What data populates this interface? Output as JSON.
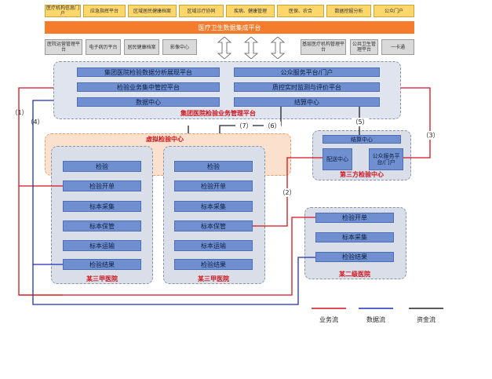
{
  "top_row": [
    "医疗机构信息门户",
    "应急指挥平台",
    "区域居民健康档案",
    "区域诊疗协同",
    "疾病、健康管理",
    "医保、农合",
    "数据挖掘分析",
    "公众门户"
  ],
  "integration_bar": "医疗卫生数据集成平台",
  "second_row_left": [
    "医院运营管理平台",
    "电子病历平台",
    "居民健康档案",
    "影像中心"
  ],
  "second_row_right": [
    "基层医疗机构管理平台",
    "公共卫生管理平台",
    "一卡通"
  ],
  "group_platform": {
    "rows": [
      [
        "集团医院检验数据分析展现平台",
        "公众服务平台/门户"
      ],
      [
        "检验业务集中管控平台",
        "质控实时监测与评价平台"
      ],
      [
        "数据中心",
        "结算中心"
      ]
    ],
    "label": "集团医院检验业务管理平台"
  },
  "virtual_center": {
    "label": "虚拟检验中心",
    "hospitals": [
      {
        "items": [
          "检验",
          "检验开单",
          "标本采集",
          "标本保管",
          "标本运输",
          "检验结果"
        ],
        "label": "某三甲医院"
      },
      {
        "items": [
          "检验",
          "检验开单",
          "标本采集",
          "标本保管",
          "标本运输",
          "检验结果"
        ],
        "label": "某三甲医院"
      }
    ]
  },
  "third_party": {
    "settlement": "结算中心",
    "delivery": "配送中心",
    "public": "公众服务平台/门户",
    "label": "第三方检验中心"
  },
  "second_level": {
    "items": [
      "检验开单",
      "标本采集",
      "检验结果"
    ],
    "label": "某二级医院"
  },
  "flow_numbers": [
    "（1）",
    "（4）",
    "（7）",
    "（6）",
    "（5）",
    "（3）",
    "（2）"
  ],
  "legend": [
    {
      "label": "业务流",
      "color": "#d0141c"
    },
    {
      "label": "数据流",
      "color": "#1f2fb8"
    },
    {
      "label": "资金流",
      "color": "#222222"
    }
  ]
}
